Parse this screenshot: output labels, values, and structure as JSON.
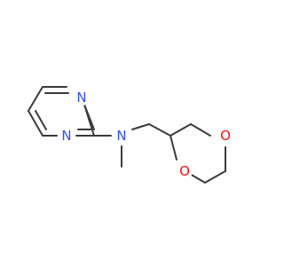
{
  "molecule": {
    "atoms": [
      {
        "id": "n_pyr_top",
        "element": "N",
        "label": "N",
        "color": "#3050f8"
      },
      {
        "id": "n_pyr_bottom",
        "element": "N",
        "label": "N",
        "color": "#3050f8"
      },
      {
        "id": "n_amine",
        "element": "N",
        "label": "N",
        "color": "#3050f8"
      },
      {
        "id": "o_ring_right",
        "element": "O",
        "label": "O",
        "color": "#ff0d0d"
      },
      {
        "id": "o_ring_left",
        "element": "O",
        "label": "O",
        "color": "#ff0d0d"
      }
    ],
    "bond_color": "#3a3a3a",
    "background": "#ffffff"
  }
}
